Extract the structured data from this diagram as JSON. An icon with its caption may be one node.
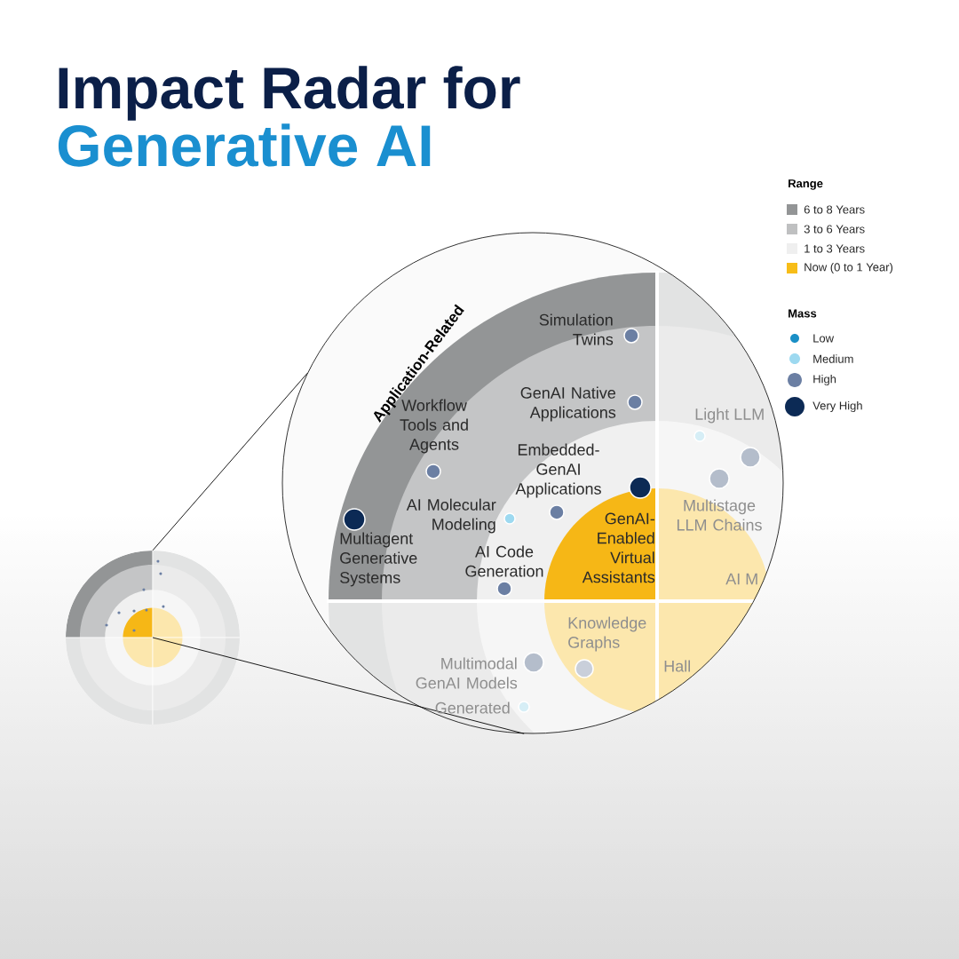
{
  "diagram": {
    "title": "Impact Radar for",
    "nodes": [
      {
        "text": [],
        "shape": "circle"
      },
      {
        "text": [],
        "shape": "picture"
      }
    ],
    "edges": [
      {
        "from": 1,
        "to": 0,
        "arrow": "none"
      },
      {
        "from": 1,
        "to": 0,
        "arrow": "none"
      }
    ],
    "labels": [
      "Generative AI",
      "Range",
      "Mass",
      "Application-Related",
      "Simulation Twins",
      "GenAI Native Applications",
      "Workflow Tools and Agents",
      "Embedded-GenAI Applications",
      "AI Molecular Modeling",
      "Multiagent Generative Systems",
      "AI Code Generation",
      "GenAI-Enabled Virtual Assistants",
      "Light LLM",
      "Multistage LLM Chains",
      "AI M",
      "Knowledge Graphs",
      "Multimodal GenAI Models",
      "Hall",
      "Generated"
    ],
    "legend": [
      {
        "text": "6 to 8 Years",
        "color": "#939596"
      },
      {
        "text": "3 to 6 Years",
        "color": "#bfc0c1"
      },
      {
        "text": "1 to 3 Years",
        "color": "#efefef"
      },
      {
        "text": "Now (0 to 1 Year)",
        "color": "#f7bd18"
      },
      {
        "text": "Low",
        "color": "#1a8fc6"
      },
      {
        "text": "Medium",
        "color": "#9dd9f0"
      },
      {
        "text": "High",
        "color": "#6b7fa3"
      },
      {
        "text": "Very High",
        "color": "#0c2a55"
      }
    ]
  }
}
